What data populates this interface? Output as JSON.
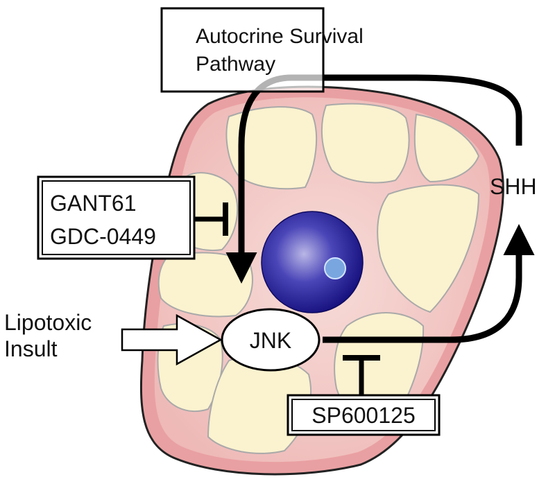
{
  "diagram": {
    "pathway_box": {
      "line1": "Autocrine Survival",
      "line2": "Pathway"
    },
    "inhibitor_hedgehog": {
      "line1": "GANT61",
      "line2": "GDC-0449"
    },
    "inhibitor_jnk": {
      "label": "SP600125"
    },
    "ligand": {
      "label": "SHH"
    },
    "kinase": {
      "label": "JNK"
    },
    "stimulus": {
      "line1": "Lipotoxic",
      "line2": "Insult"
    }
  },
  "colors": {
    "cell_outer": "#e89b9d",
    "cell_inner": "#f1c7c4",
    "cytoplasm_lobe": "#fbf2cf",
    "lobe_outline": "#a9a9a9",
    "nucleus": "#1b168a",
    "nucleolus": "#7aa6e0",
    "arrow": "#000000"
  }
}
